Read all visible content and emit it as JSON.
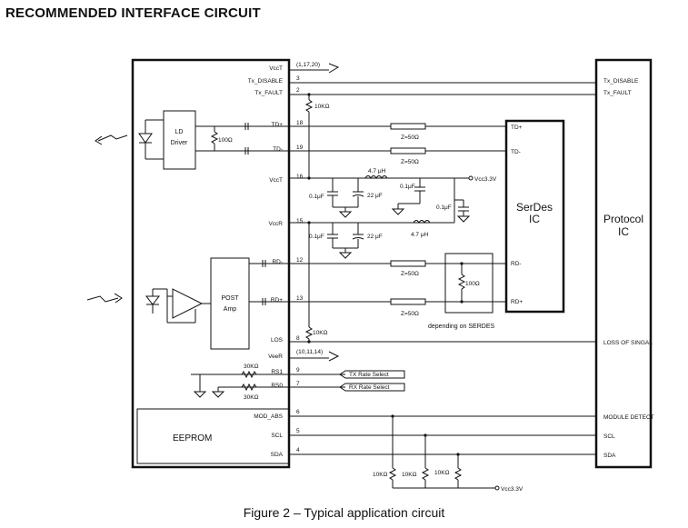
{
  "heading": "RECOMMENDED INTERFACE CIRCUIT",
  "caption": "Figure 2 – Typical application circuit",
  "module": {
    "pins": [
      {
        "label": "VccT",
        "num": "(1,17,20)"
      },
      {
        "label": "Tx_DISABLE",
        "num": "3"
      },
      {
        "label": "Tx_FAULT",
        "num": "2"
      },
      {
        "label": "TD+",
        "num": "18"
      },
      {
        "label": "TD-",
        "num": "19"
      },
      {
        "label": "VccT",
        "num": "16"
      },
      {
        "label": "VccR",
        "num": "15"
      },
      {
        "label": "RD-",
        "num": "12"
      },
      {
        "label": "RD+",
        "num": "13"
      },
      {
        "label": "LOS",
        "num": "8"
      },
      {
        "label": "VeeR",
        "num": "(10,11,14)"
      },
      {
        "label": "RS1",
        "num": "9"
      },
      {
        "label": "RS0",
        "num": "7"
      },
      {
        "label": "MOD_ABS",
        "num": "6"
      },
      {
        "label": "SCL",
        "num": "5"
      },
      {
        "label": "SDA",
        "num": "4"
      }
    ],
    "ld_driver": [
      "LD",
      "Driver"
    ],
    "post_amp": [
      "POST",
      "Amp"
    ],
    "eeprom": "EEPROM",
    "r_100": "100Ω",
    "r_30k_a": "30KΩ",
    "r_30k_b": "30KΩ"
  },
  "serdes": {
    "line1": "SerDes",
    "line2": "IC",
    "td_pos": "TD+",
    "td_neg": "TD-",
    "rd_neg": "RD-",
    "rd_pos": "RD+"
  },
  "protocol": {
    "line1": "Protocol",
    "line2": "IC",
    "pins": [
      "Tx_DISABLE",
      "Tx_FAULT",
      "LOSS OF SINGAL",
      "MODULE DETECT",
      "SCL",
      "SDA"
    ]
  },
  "components": {
    "r_10k_fault": "10KΩ",
    "r_10k_los": "10KΩ",
    "z_td_pos": "Z=50Ω",
    "z_td_neg": "Z=50Ω",
    "z_rd_neg": "Z=50Ω",
    "z_rd_pos": "Z=50Ω",
    "l_tx": "4.7 μH",
    "l_rx": "4.7 μH",
    "c_tx_01": "0.1μF",
    "c_tx_22": "22 μF",
    "c_rx_01": "0.1μF",
    "c_rx_22": "22 μF",
    "c_mid_01a": "0.1μF",
    "c_mid_01b": "0.1μF",
    "vcc_tx": "Vcc3.3V",
    "vcc_i2c": "Vcc3.3V",
    "r_term": "100Ω",
    "serdes_note": "depending on SERDES",
    "tx_rate": "TX Rate Select",
    "rx_rate": "RX Rate Select",
    "r_pull": [
      "10KΩ",
      "10KΩ",
      "10KΩ"
    ]
  }
}
